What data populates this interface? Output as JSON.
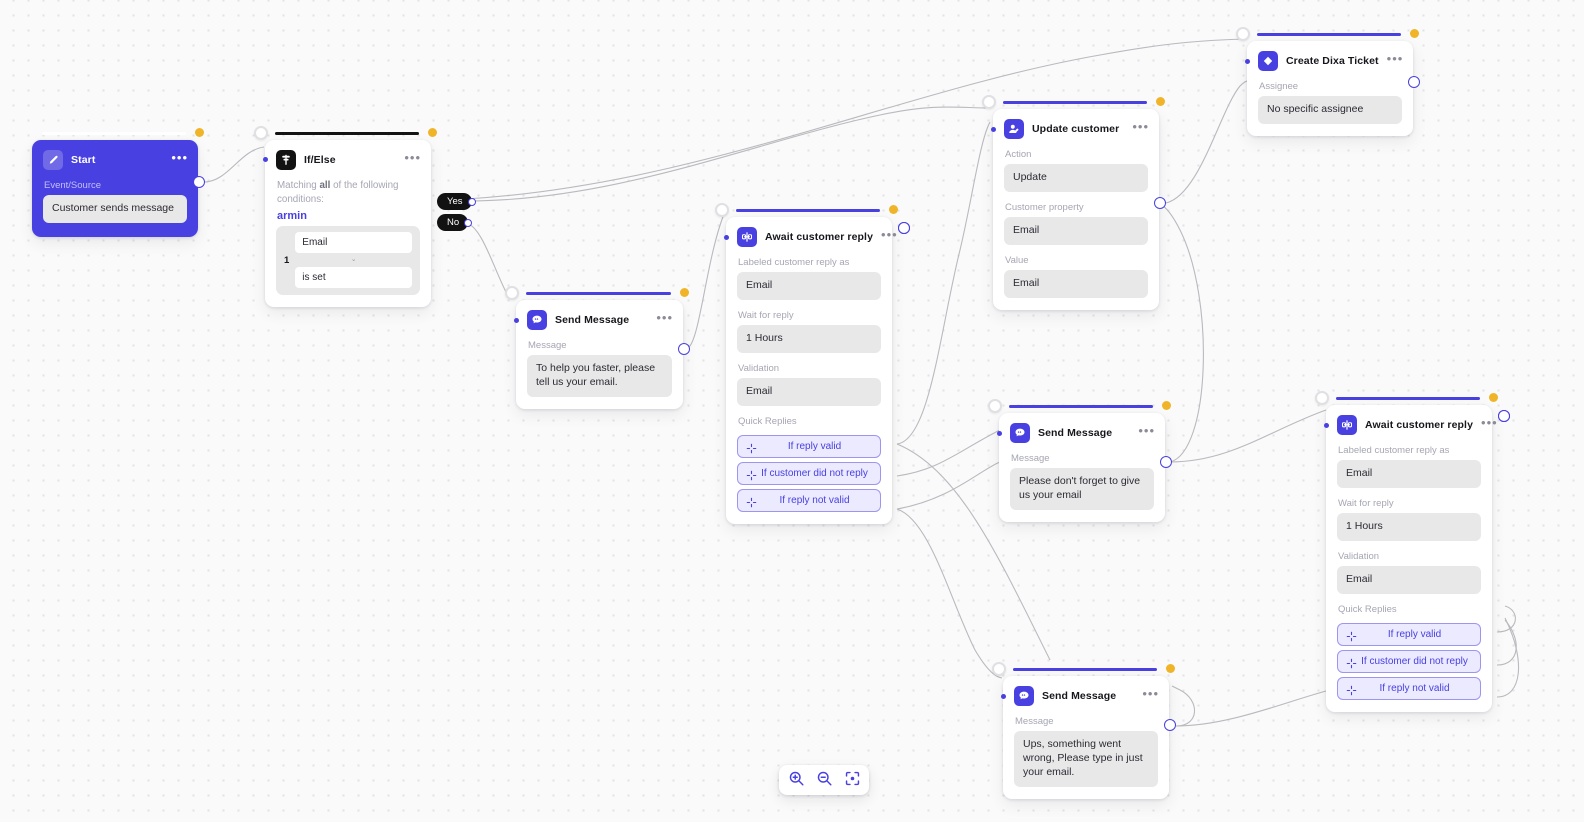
{
  "canvas": {
    "background_color": "#fafafa",
    "grid": "dot-grid",
    "accent_color": "#4840e0",
    "branch_pill_color": "#121212",
    "handle_amber_color": "#f0b429"
  },
  "toolbar": {
    "zoom_in_label": "zoom-in",
    "zoom_out_label": "zoom-out",
    "fit_label": "fit-to-screen"
  },
  "nodes": {
    "start": {
      "title": "Start",
      "icon": "pencil-icon",
      "field_label": "Event/Source",
      "value": "Customer sends message",
      "menu": "•••"
    },
    "if_else": {
      "title": "If/Else",
      "icon": "branch-icon",
      "matching_prefix": "Matching ",
      "matching_bold": "all",
      "matching_suffix": " of the following conditions:",
      "variable": "armin",
      "condition_index": "1",
      "condition_field": "Email",
      "condition_separator": "⌄",
      "condition_operator": "is set",
      "branch_yes": "Yes",
      "branch_no": "No",
      "menu": "•••"
    },
    "send_message_1": {
      "title": "Send Message",
      "icon": "chat-bubble-icon",
      "field_label": "Message",
      "value": "To help you faster, please tell us your email.",
      "menu": "•••"
    },
    "await_reply_1": {
      "title": "Await customer reply",
      "icon": "await-reply-icon",
      "label_reply_as": "Labeled customer reply as",
      "value_reply_as": "Email",
      "label_wait": "Wait for reply",
      "value_wait": "1 Hours",
      "label_validation": "Validation",
      "value_validation": "Email",
      "label_quick_replies": "Quick Replies",
      "quick_replies": [
        "If reply valid",
        "If customer did not reply",
        "If reply not valid"
      ],
      "menu": "•••"
    },
    "update_customer": {
      "title": "Update customer",
      "icon": "user-edit-icon",
      "label_action": "Action",
      "value_action": "Update",
      "label_property": "Customer property",
      "value_property": "Email",
      "label_value": "Value",
      "value_value": "Email",
      "menu": "•••"
    },
    "create_dixa_ticket": {
      "title": "Create Dixa Ticket",
      "icon": "dixa-diamond-icon",
      "label_assignee": "Assignee",
      "value_assignee": "No specific assignee",
      "menu": "•••"
    },
    "send_message_2": {
      "title": "Send Message",
      "icon": "chat-bubble-icon",
      "field_label": "Message",
      "value": "Please don't forget to give us your email",
      "menu": "•••"
    },
    "send_message_3": {
      "title": "Send Message",
      "icon": "chat-bubble-icon",
      "field_label": "Message",
      "value": "Ups, something went wrong, Please type in just your email.",
      "menu": "•••"
    },
    "await_reply_2": {
      "title": "Await customer reply",
      "icon": "await-reply-icon",
      "label_reply_as": "Labeled customer reply as",
      "value_reply_as": "Email",
      "label_wait": "Wait for reply",
      "value_wait": "1 Hours",
      "label_validation": "Validation",
      "value_validation": "Email",
      "label_quick_replies": "Quick Replies",
      "quick_replies": [
        "If reply valid",
        "If customer did not reply",
        "If reply not valid"
      ],
      "menu": "•••"
    }
  }
}
